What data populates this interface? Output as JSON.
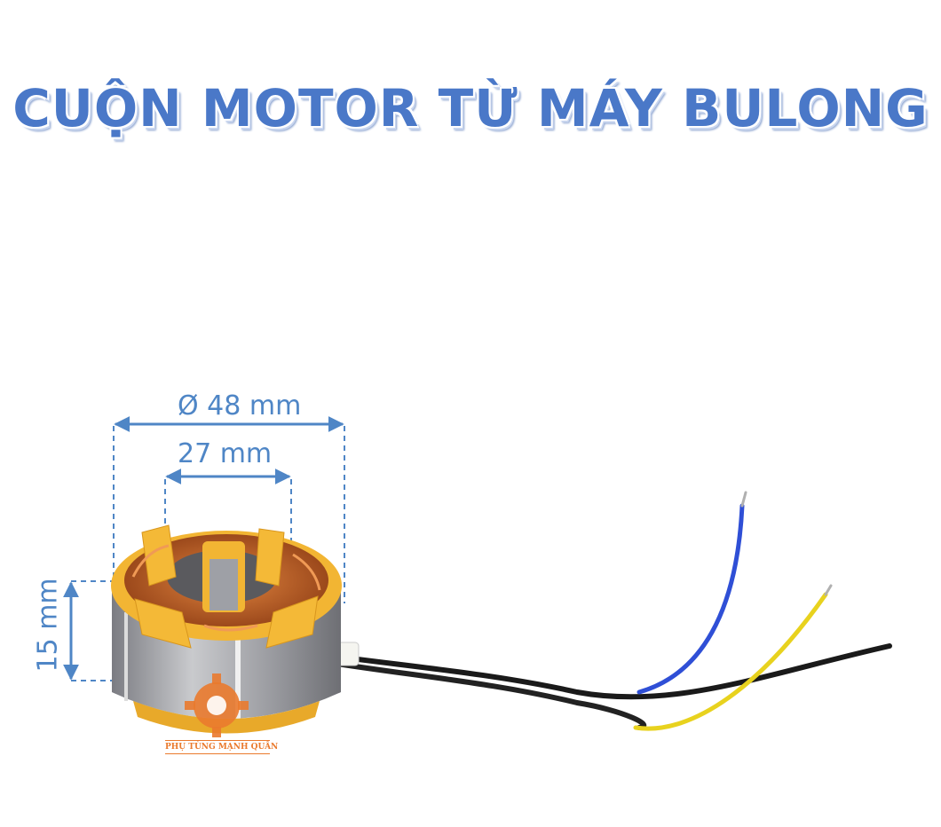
{
  "title": "CUỘN MOTOR TỪ MÁY BULONG",
  "dimensions": {
    "outer_diameter": "Ø 48 mm",
    "inner_diameter": "27 mm",
    "height": "15 mm"
  },
  "watermark": "PHỤ TÙNG MẠNH QUÂN",
  "colors": {
    "title": "#4a78c8",
    "dimension": "#4f86c6",
    "coil_body": "#f2b533",
    "copper": "#b5541e",
    "steel": "#8e8f94",
    "wire_blue": "#2f4fd6",
    "wire_yellow": "#e8d21e",
    "wire_black": "#1a1a1a",
    "watermark": "#ea7a2d"
  }
}
